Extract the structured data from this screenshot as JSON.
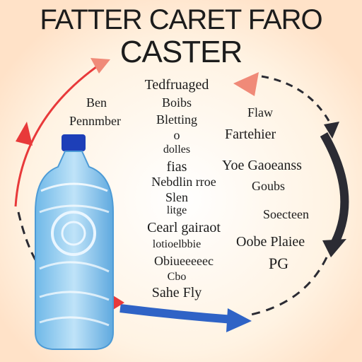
{
  "title": {
    "line1": "FATTER CARET FARO",
    "line2": "CASTER"
  },
  "left_labels": [
    "Ben",
    "Pennmber"
  ],
  "center_labels": [
    "Tedfruaged",
    "Boibs",
    "Bletting",
    "o",
    "dolles",
    "fias",
    "Nebdlin rroe",
    "Slen",
    "litge",
    "Cearl gairaot",
    "lotioelbbie",
    "Obiueeeeec",
    "Cbo",
    "Sahe Fly"
  ],
  "right_labels": [
    "Flaw",
    "Fartehier",
    "Yoe Gaoeanss",
    "Goubs",
    "Soecteen",
    "Oobe Plaiee",
    "PG"
  ],
  "colors": {
    "arrow_red": "#e8393a",
    "arrow_salmon": "#f08a78",
    "arrow_dark": "#2b2b33",
    "arrow_blue": "#2f63c6",
    "bottle_blue": "#8ec9f0",
    "cap_blue": "#1d3fb8"
  },
  "icons": [
    "water-bottle-icon",
    "cycle-arrow-icon"
  ]
}
